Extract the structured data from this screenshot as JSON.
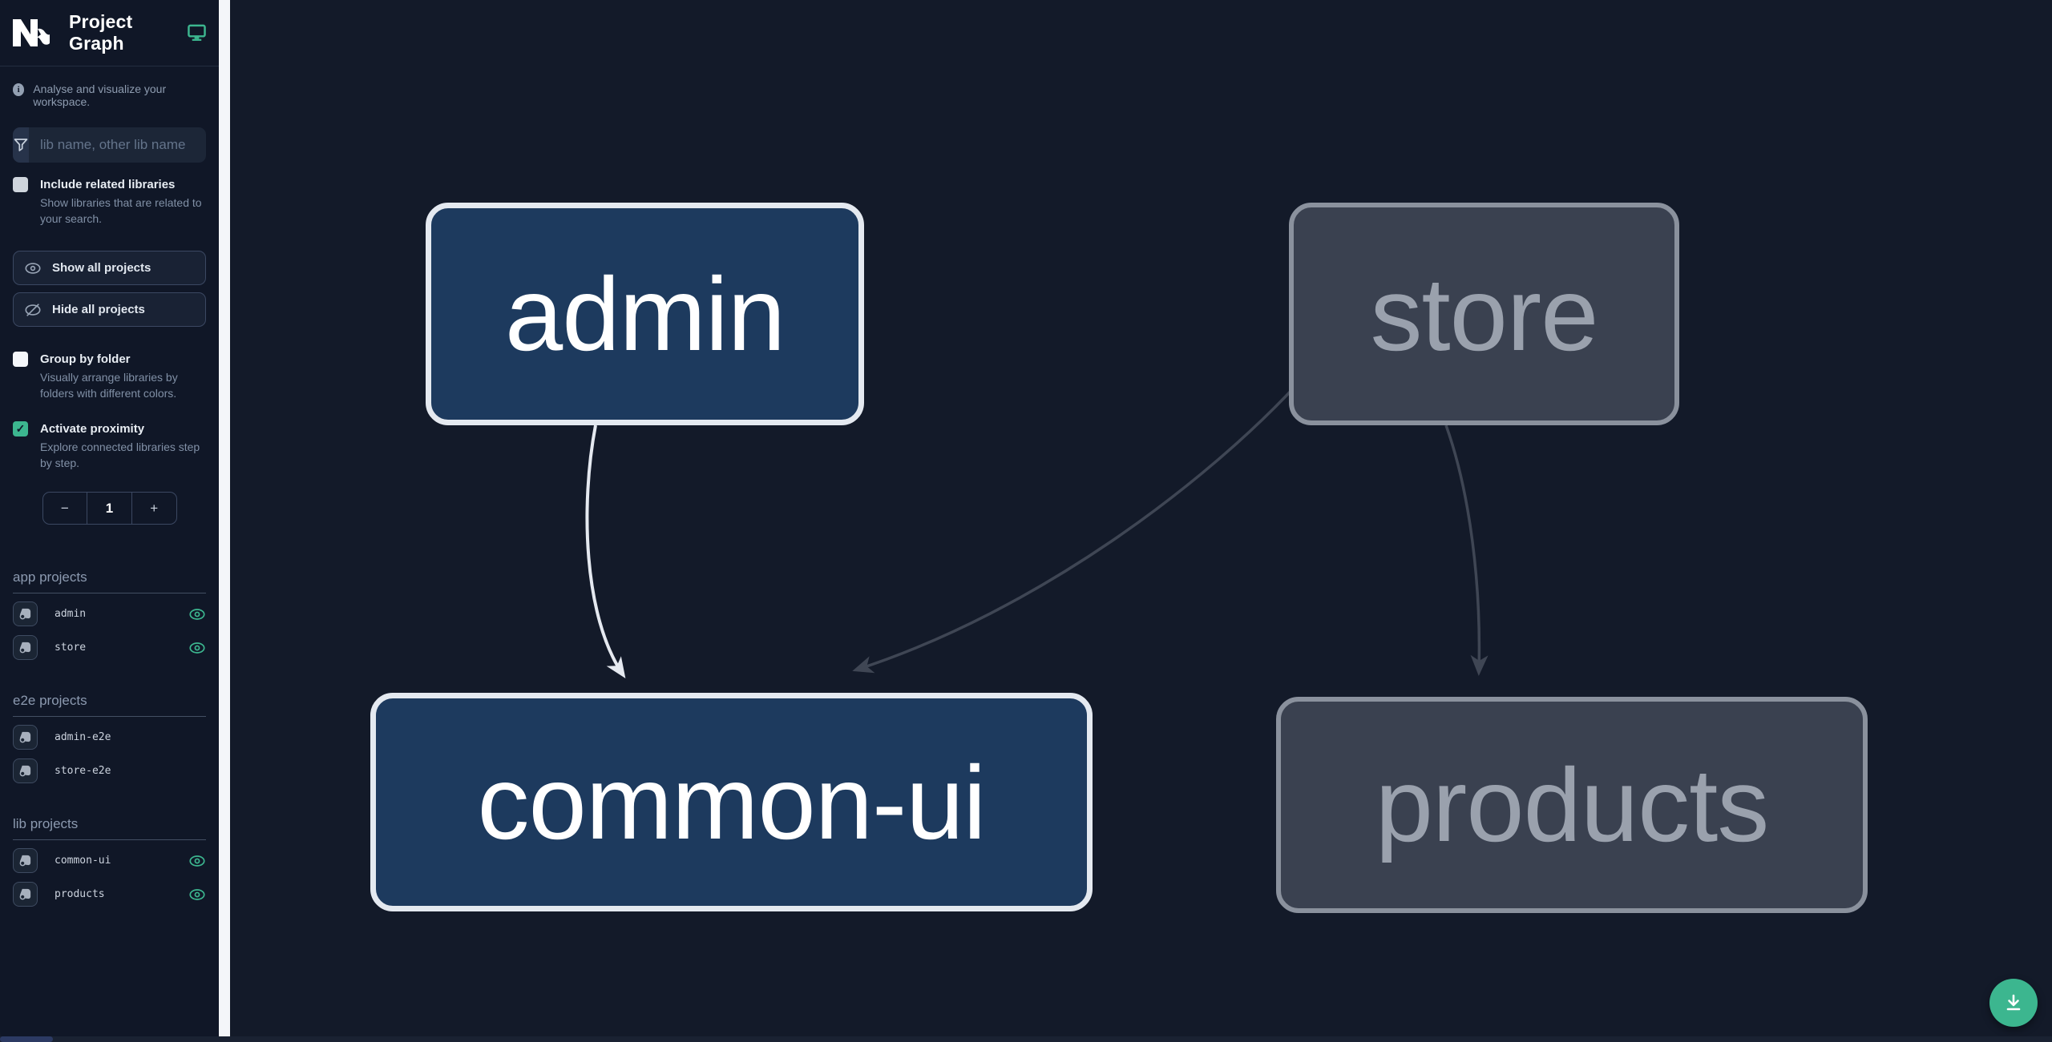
{
  "header": {
    "title": "Project Graph"
  },
  "sidebar": {
    "tagline": "Analyse and visualize your workspace.",
    "search": {
      "placeholder": "lib name, other lib name",
      "value": ""
    },
    "toggles": [
      {
        "label": "Include related libraries",
        "description": "Show libraries that are related to your search.",
        "checked": false
      },
      {
        "label": "Group by folder",
        "description": "Visually arrange libraries by folders with different colors.",
        "checked": false
      },
      {
        "label": "Activate proximity",
        "description": "Explore connected libraries step by step.",
        "checked": true
      }
    ],
    "buttons": [
      {
        "label": "Show all projects"
      },
      {
        "label": "Hide all projects"
      }
    ],
    "proximity_stepper": {
      "decrement": "−",
      "value": "1",
      "increment": "+"
    },
    "sections": [
      {
        "title": "app projects",
        "items": [
          {
            "name": "admin",
            "visible": true
          },
          {
            "name": "store",
            "visible": true
          }
        ]
      },
      {
        "title": "e2e projects",
        "items": [
          {
            "name": "admin-e2e",
            "visible": false
          },
          {
            "name": "store-e2e",
            "visible": false
          }
        ]
      },
      {
        "title": "lib projects",
        "items": [
          {
            "name": "common-ui",
            "visible": true
          },
          {
            "name": "products",
            "visible": true
          }
        ]
      }
    ]
  },
  "graph": {
    "nodes": [
      {
        "id": "admin",
        "label": "admin",
        "state": "focused"
      },
      {
        "id": "store",
        "label": "store",
        "state": "dimmed"
      },
      {
        "id": "common-ui",
        "label": "common-ui",
        "state": "focused"
      },
      {
        "id": "products",
        "label": "products",
        "state": "dimmed"
      }
    ],
    "edges": [
      {
        "from": "admin",
        "to": "common-ui",
        "state": "focused"
      },
      {
        "from": "store",
        "to": "common-ui",
        "state": "dimmed"
      },
      {
        "from": "store",
        "to": "products",
        "state": "dimmed"
      }
    ]
  },
  "colors": {
    "accent_green": "#3cb68f",
    "sidebar_bg": "#101727",
    "canvas_bg": "#131a29",
    "node_focused_fill": "#1d3a5e",
    "node_focused_border": "#e4e9f0",
    "node_dimmed_fill": "#3a4150",
    "node_dimmed_border": "#8a919d",
    "edge_focused": "#e5e9f0",
    "edge_dimmed": "#3f4654"
  }
}
